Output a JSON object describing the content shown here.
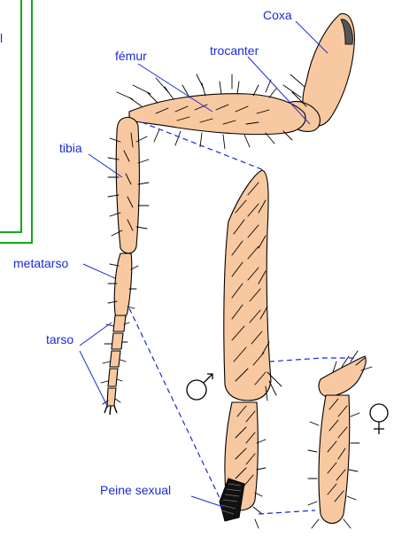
{
  "labels": {
    "coxa": "Coxa",
    "trocanter": "trocanter",
    "femur": "fémur",
    "tibia": "tibia",
    "metatarso": "metatarso",
    "tarso": "tarso",
    "peine": "Peine sexual",
    "edge_letter": "l"
  },
  "symbols": {
    "male": "♂",
    "female": "♀"
  },
  "colors": {
    "segment_fill": "#f8c9a0",
    "label_blue": "#1a2bd6",
    "frame_green": "#15a51a"
  }
}
